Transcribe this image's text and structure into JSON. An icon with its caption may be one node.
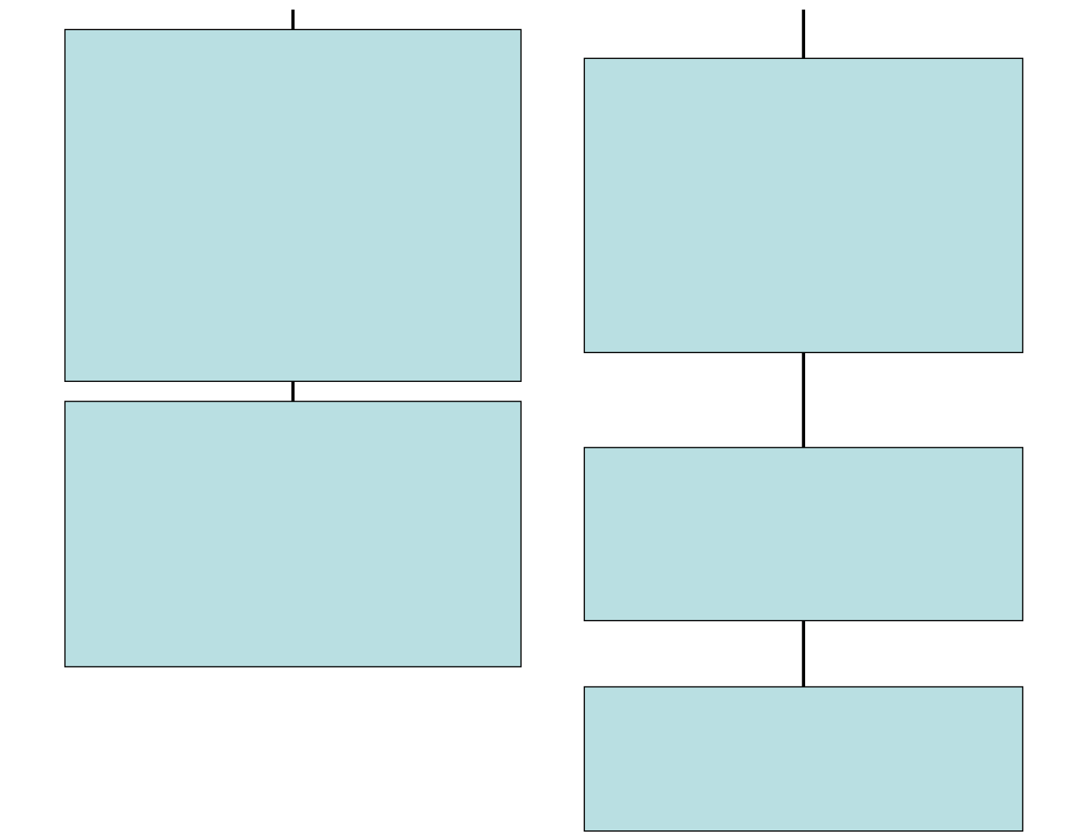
{
  "diagram": {
    "nodes": [
      {
        "text": [],
        "shape": "box"
      },
      {
        "text": [],
        "shape": "box"
      },
      {
        "text": [],
        "shape": "box"
      },
      {
        "text": [],
        "shape": "box"
      },
      {
        "text": [],
        "shape": "box"
      }
    ],
    "edges": [
      {
        "from": null,
        "to": 0,
        "arrow": "none"
      },
      {
        "from": 0,
        "to": 1,
        "arrow": "none"
      },
      {
        "from": null,
        "to": 2,
        "arrow": "none"
      },
      {
        "from": 2,
        "to": 3,
        "arrow": "none"
      },
      {
        "from": 3,
        "to": 4,
        "arrow": "none"
      }
    ]
  }
}
